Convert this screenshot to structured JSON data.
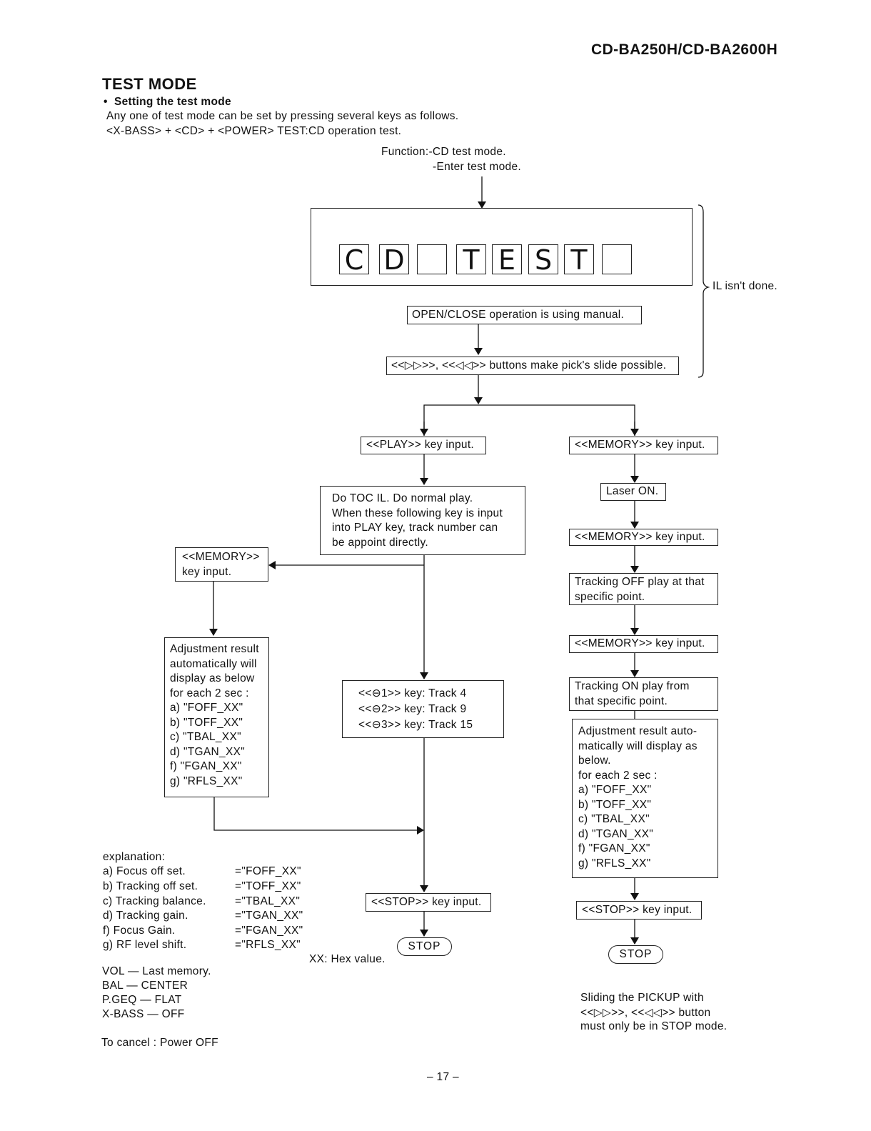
{
  "header": {
    "model": "CD-BA250H/CD-BA2600H"
  },
  "section": {
    "title": "TEST MODE",
    "bullet": "•",
    "subtitle": "Setting the test mode",
    "line1": "Any one of test mode can be set by pressing several keys as follows.",
    "line2": "<X-BASS> + <CD> + <POWER> TEST:CD operation test."
  },
  "function": {
    "line1": "Function:-CD test mode.",
    "line2": "-Enter test mode."
  },
  "display": {
    "chars": [
      "C",
      "D",
      "",
      "T",
      "E",
      "S",
      "T",
      ""
    ]
  },
  "brace_note": "IL isn't done.",
  "open_close": "OPEN/CLOSE operation is using manual.",
  "slide_buttons": "<<▷▷>>, <<◁◁>> buttons make pick's slide possible.",
  "left_branch": {
    "play_key": "<<PLAY>> key input.",
    "toc": [
      "Do TOC IL. Do normal play.",
      "When these following key is input",
      "into PLAY key, track number  can",
      "be appoint directly."
    ],
    "memory_key": [
      "<<MEMORY>>",
      "key input."
    ],
    "adjust": [
      "Adjustment result",
      "automatically will",
      "display as below",
      "for each 2 sec :",
      "a)  \"FOFF_XX\"",
      "b)  \"TOFF_XX\"",
      "c)  \"TBAL_XX\"",
      "d)  \"TGAN_XX\"",
      "f)   \"FGAN_XX\"",
      "g)  \"RFLS_XX\""
    ],
    "tracks": [
      "<<⊖1>> key: Track 4",
      "<<⊖2>> key: Track 9",
      "<<⊖3>> key: Track 15"
    ],
    "stop_key": "<<STOP>> key input.",
    "stop": "STOP"
  },
  "right_branch": {
    "memory_key_1": "<<MEMORY>> key input.",
    "laser": "Laser ON.",
    "memory_key_2": "<<MEMORY>> key input.",
    "tracking_off": [
      "Tracking OFF play at that",
      "specific point."
    ],
    "memory_key_3": "<<MEMORY>> key input.",
    "tracking_on": [
      "Tracking ON play from",
      "that specific point."
    ],
    "adjust": [
      "Adjustment result auto-",
      "matically will display as",
      "below.",
      "for each 2 sec :",
      "a)  \"FOFF_XX\"",
      "b)  \"TOFF_XX\"",
      "c)  \"TBAL_XX\"",
      "d)  \"TGAN_XX\"",
      "f)   \"FGAN_XX\"",
      "g)  \"RFLS_XX\""
    ],
    "stop_key": "<<STOP>> key input.",
    "stop": "STOP"
  },
  "explanation": {
    "title": "explanation:",
    "items": [
      {
        "label": "a)  Focus off set.",
        "value": "=\"FOFF_XX\""
      },
      {
        "label": "b)  Tracking off set.",
        "value": "=\"TOFF_XX\""
      },
      {
        "label": "c)  Tracking balance.",
        "value": "=\"TBAL_XX\""
      },
      {
        "label": "d)  Tracking gain.",
        "value": "=\"TGAN_XX\""
      },
      {
        "label": "f)   Focus Gain.",
        "value": "=\"FGAN_XX\""
      },
      {
        "label": "g)  RF level shift.",
        "value": "=\"RFLS_XX\""
      }
    ],
    "hex_note": "XX: Hex value."
  },
  "defaults": [
    "VOL — Last memory.",
    "BAL — CENTER",
    "P.GEQ — FLAT",
    "X-BASS — OFF"
  ],
  "cancel": "To cancel : Power OFF",
  "pickup_note": [
    "Sliding the PICKUP with",
    "<<▷▷>>, <<◁◁>> button",
    "must only be in STOP mode."
  ],
  "page_number": "– 17 –"
}
